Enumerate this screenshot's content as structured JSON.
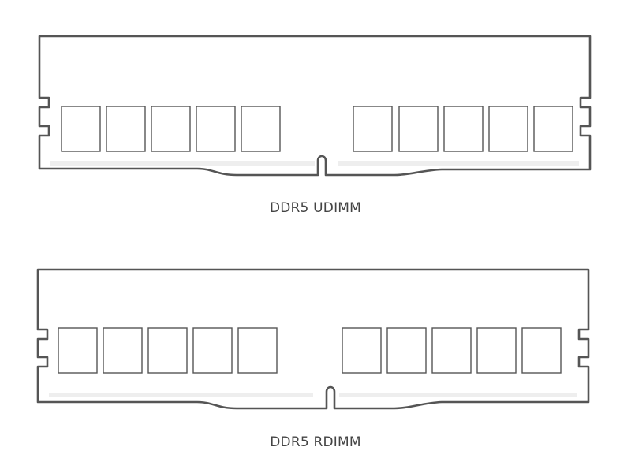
{
  "modules": [
    {
      "id": "udimm",
      "label": "DDR5 UDIMM",
      "chip_count_left": 5,
      "chip_count_right": 5
    },
    {
      "id": "rdimm",
      "label": "DDR5 RDIMM",
      "chip_count_left": 5,
      "chip_count_right": 5
    }
  ],
  "colors": {
    "outline": "#555555",
    "contact_strip": "#eeeeee",
    "label_text": "#444444",
    "background": "#ffffff"
  }
}
